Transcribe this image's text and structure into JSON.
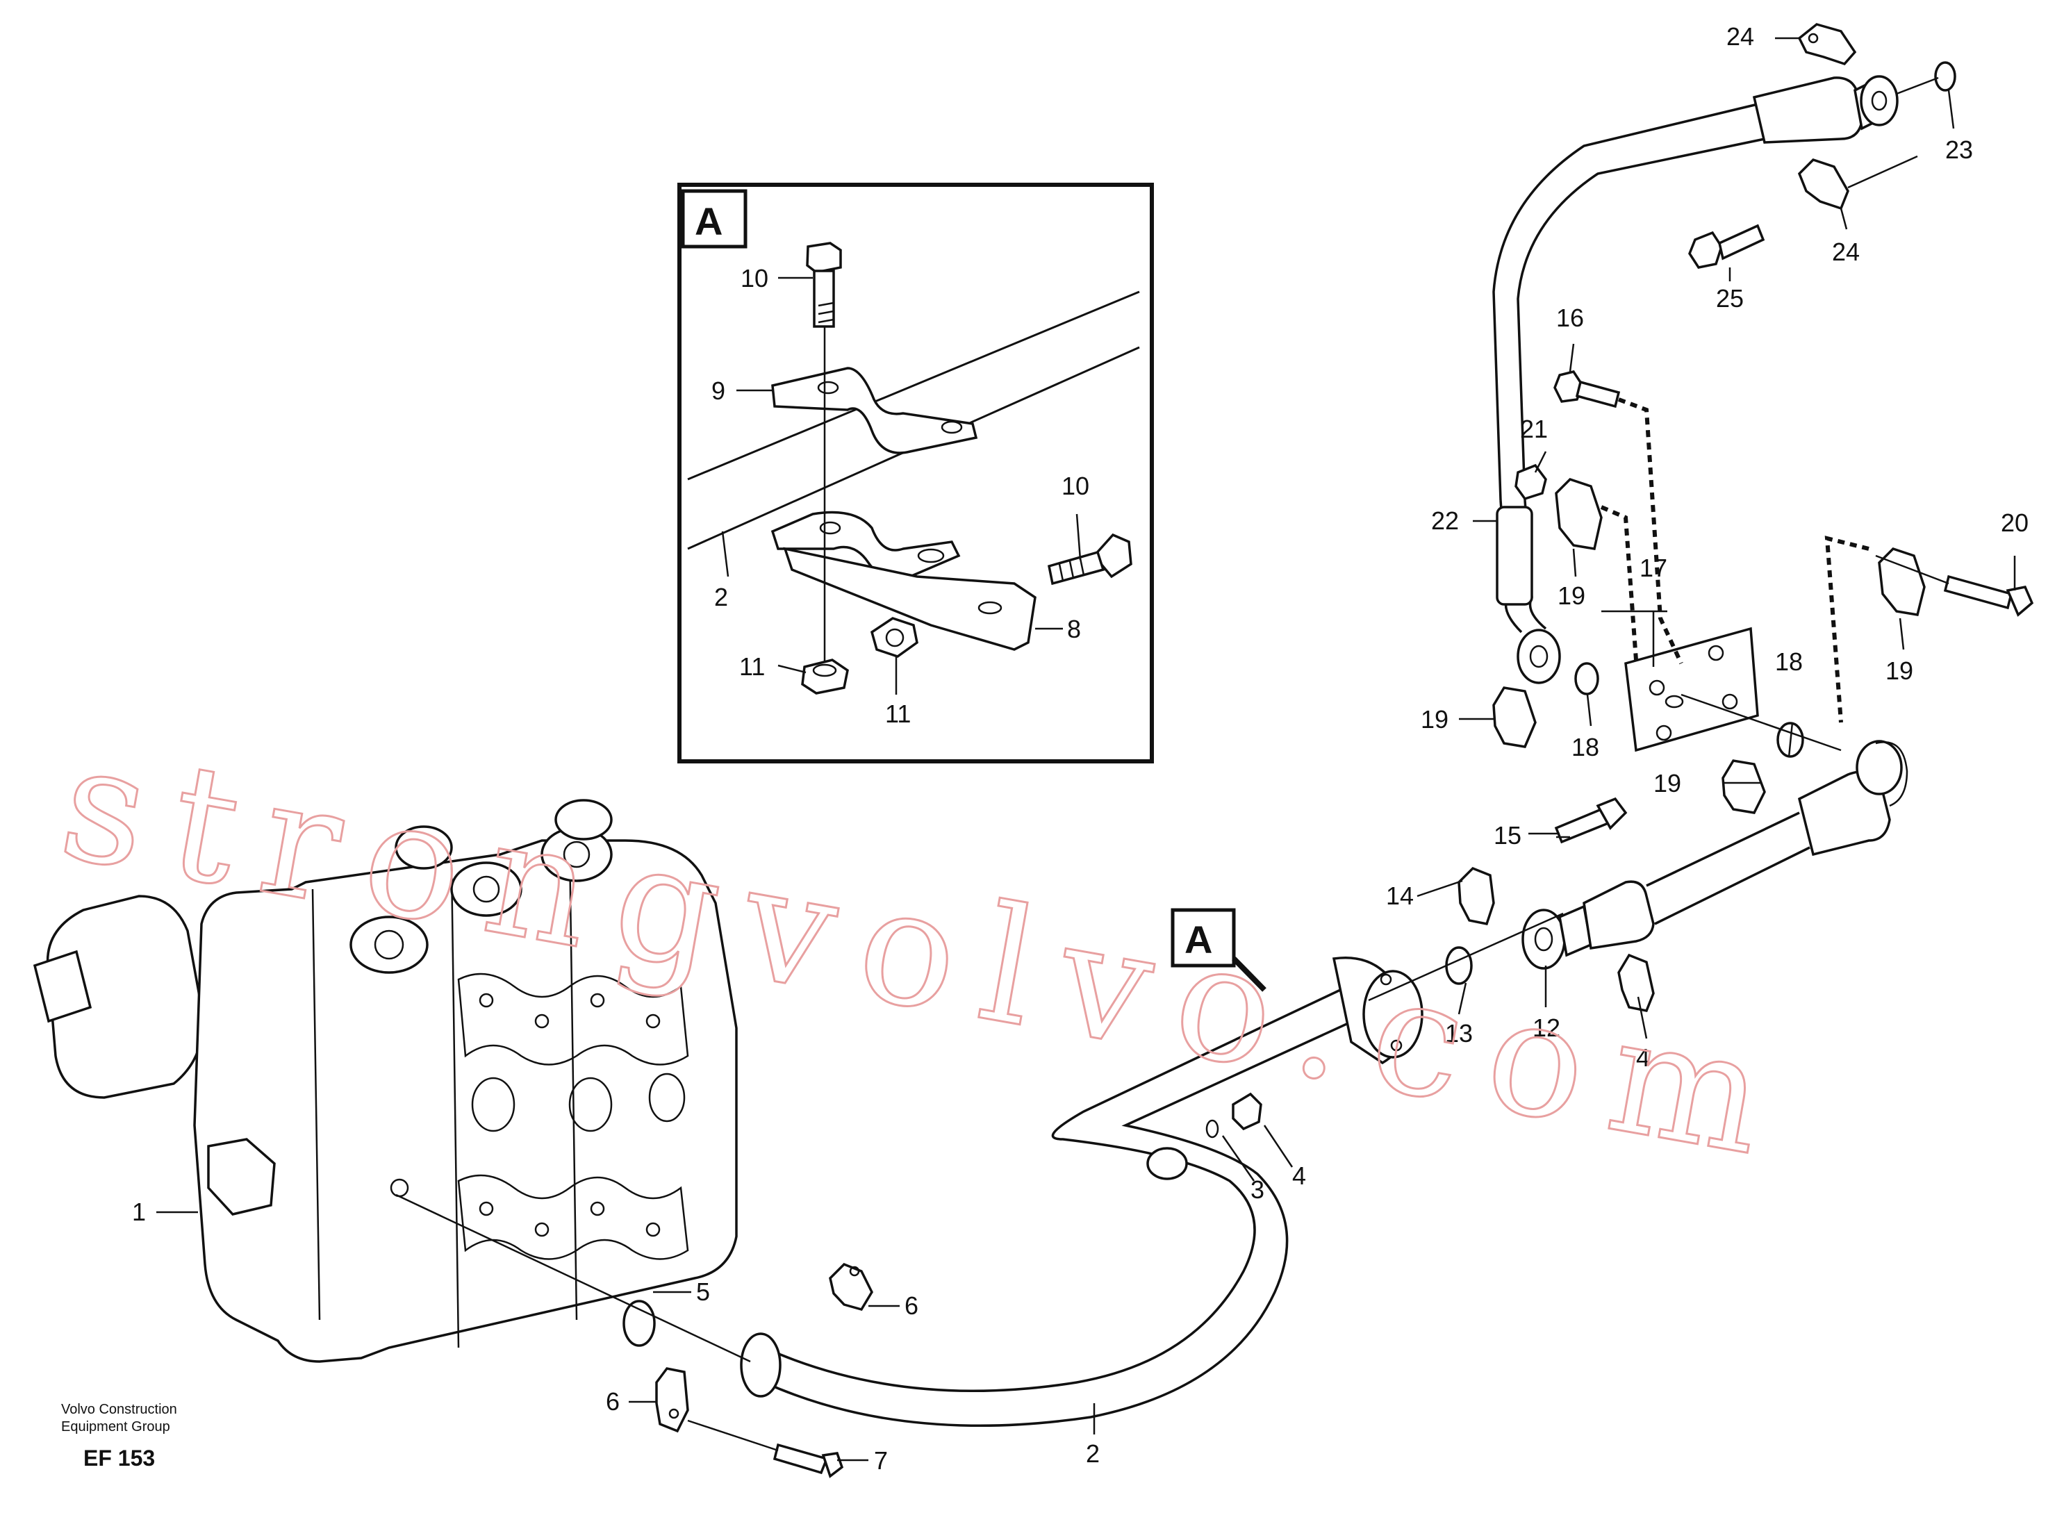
{
  "inset": {
    "letter": "A",
    "labels": {
      "l10a": "10",
      "l9": "9",
      "l10b": "10",
      "l2": "2",
      "l8": "8",
      "l11a": "11",
      "l11b": "11"
    }
  },
  "callout": {
    "letter": "A"
  },
  "labels": {
    "l1": "1",
    "l2": "2",
    "l3": "3",
    "l4a": "4",
    "l4b": "4",
    "l5": "5",
    "l6a": "6",
    "l6b": "6",
    "l7": "7",
    "l12": "12",
    "l13": "13",
    "l14": "14",
    "l15": "15",
    "l16": "16",
    "l17": "17",
    "l18a": "18",
    "l18b": "18",
    "l19a": "19",
    "l19b": "19",
    "l19c": "19",
    "l19d": "19",
    "l20": "20",
    "l21": "21",
    "l22": "22",
    "l23": "23",
    "l24a": "24",
    "l24b": "24",
    "l25": "25"
  },
  "footer": {
    "company_line1": "Volvo Construction",
    "company_line2": "Equipment Group",
    "code": "EF 153"
  },
  "watermark": "strongvolvo.com"
}
